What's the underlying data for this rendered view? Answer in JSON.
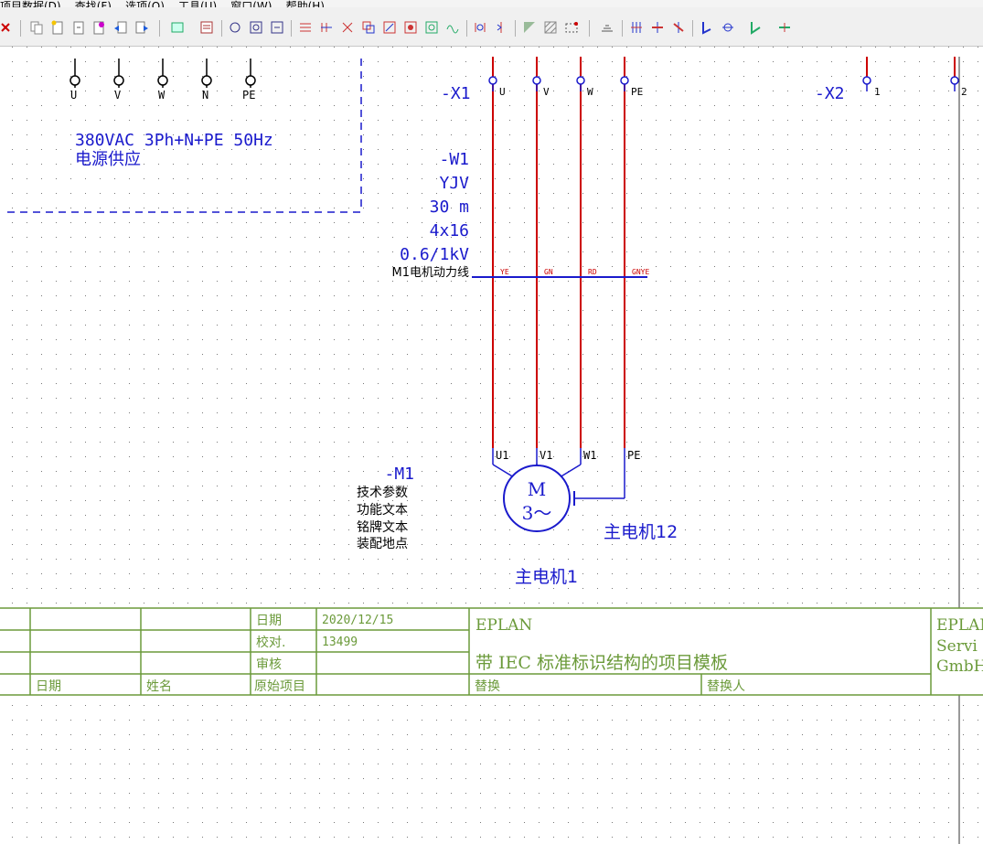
{
  "menu": {
    "items": [
      "项目数据(D)",
      "查找(F)",
      "选项(O)",
      "工具(U)",
      "窗口(W)",
      "帮助(H)"
    ]
  },
  "toolbar": {
    "icons": [
      "close-icon",
      "copy-icon",
      "new-page-icon",
      "open-page-icon",
      "page-props-icon",
      "prev-page-icon",
      "next-page-icon",
      "layout-icon",
      "macro-icon",
      "symbol-icon",
      "device-icon",
      "plc-icon",
      "connection-icon",
      "cable-icon",
      "terminal-icon",
      "structure-icon",
      "device-list-icon",
      "potential-icon",
      "interruption-icon",
      "text-icon",
      "hatch-icon",
      "shape-icon",
      "insert-icon",
      "ground-icon",
      "wire-icon",
      "junction-icon",
      "angle-icon",
      "cross-icon",
      "cross-2-icon",
      "bridge-icon",
      "arrow-icon"
    ]
  },
  "schematic": {
    "supply": {
      "terminals": [
        "U",
        "V",
        "W",
        "N",
        "PE"
      ],
      "line1": "380VAC 3Ph+N+PE 50Hz",
      "line2": "电源供应"
    },
    "x1": {
      "tag": "-X1",
      "terminals": [
        "U",
        "V",
        "W",
        "PE"
      ]
    },
    "x2": {
      "tag": "-X2",
      "terminals": [
        "1",
        "2"
      ]
    },
    "cable": {
      "tag": "-W1",
      "type": "YJV",
      "length": "30 m",
      "cores": "4x16",
      "voltage": "0.6/1kV",
      "function": "M1电机动力线",
      "colors": [
        "YE",
        "GN",
        "RD",
        "GNYE"
      ]
    },
    "motor": {
      "tag": "-M1",
      "terminals": [
        "U1",
        "V1",
        "W1",
        "PE"
      ],
      "symbol_m": "M",
      "symbol_phase": "3～",
      "props": [
        "技术参数",
        "功能文本",
        "铭牌文本",
        "装配地点"
      ],
      "label12": "主电机12",
      "label1": "主电机1"
    }
  },
  "titleblock": {
    "row1_label": "日期",
    "row1_value": "2020/12/15",
    "row2_label": "校对.",
    "row2_value": "13499",
    "row3_label": "审核",
    "bottom_date": "日期",
    "bottom_name": "姓名",
    "bottom_original": "原始项目",
    "company": "EPLAN",
    "project_title": "带 IEC 标准标识结构的项目模板",
    "replace": "替换",
    "replaced_by": "替换人",
    "right_company_1": "EPLAN",
    "right_company_2": "Servi",
    "right_company_3": "GmbH"
  },
  "colors": {
    "red": "#cc0000",
    "blue": "#1a1acc",
    "green": "#6b9a3a",
    "grid": "#7a7a7a"
  }
}
